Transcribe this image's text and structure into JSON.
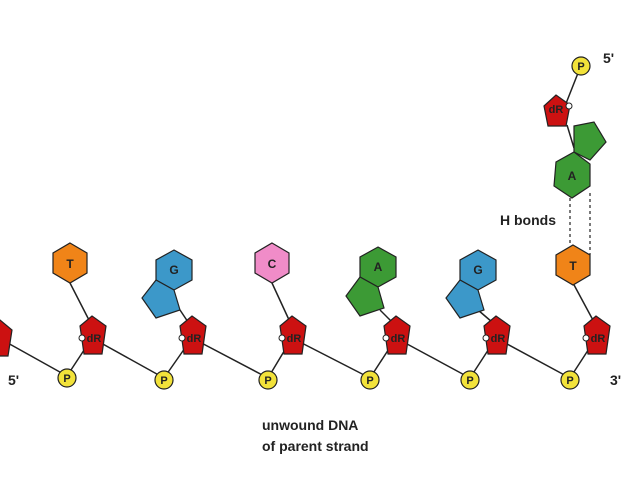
{
  "labels": {
    "five_prime_top": "5'",
    "five_prime_bottom": "5'",
    "three_prime": "3'",
    "h_bonds": "H bonds",
    "caption_line1": "unwound DNA",
    "caption_line2": "of parent strand"
  },
  "symbols": {
    "phosphate": "P",
    "deoxyribose": "dR"
  },
  "parent_strand_bases": [
    "T",
    "G",
    "C",
    "A",
    "G",
    "T"
  ],
  "new_strand_base": "A",
  "colors": {
    "phosphate": "#f2e23a",
    "deoxyribose": "#cc1111",
    "T": "#f08418",
    "G": "#3c98c9",
    "C": "#f08cc8",
    "A": "#3c9a35",
    "line": "#222222",
    "base_text": "#222222"
  }
}
